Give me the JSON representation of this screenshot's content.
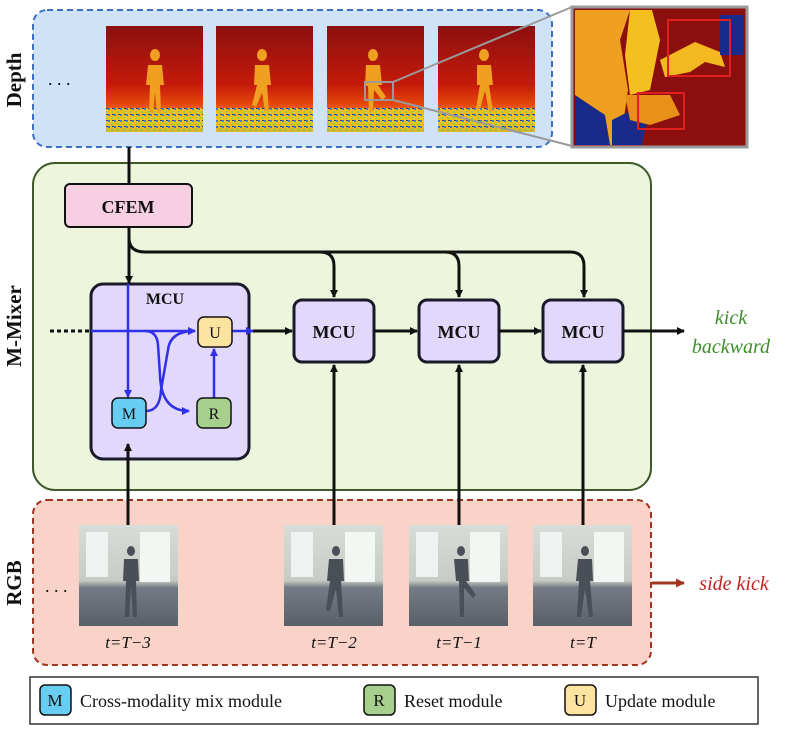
{
  "panels": {
    "depth": {
      "label": "Depth",
      "ellipsis": ". . ."
    },
    "mmixer": {
      "label": "M-Mixer"
    },
    "rgb": {
      "label": "RGB",
      "ellipsis": ". . ."
    }
  },
  "modules": {
    "cfem": "CFEM",
    "mcu_title": "MCU",
    "mcu": "MCU",
    "mix_letter": "M",
    "reset_letter": "R",
    "update_letter": "U"
  },
  "outputs": {
    "mixer": [
      "kick",
      "backward"
    ],
    "rgb": "side kick"
  },
  "timesteps": [
    "t=T−3",
    "t=T−2",
    "t=T−1",
    "t=T"
  ],
  "legend": [
    {
      "key": "M",
      "label": "Cross-modality mix module"
    },
    {
      "key": "R",
      "label": "Reset module"
    },
    {
      "key": "U",
      "label": "Update module"
    }
  ],
  "colors": {
    "depth_panel": "#cfe2f7",
    "depth_border": "#3a6fc4",
    "mixer_panel": "#eef5dd",
    "mixer_border": "#3d5a28",
    "rgb_panel": "#f9d3c8",
    "rgb_border": "#a0341e",
    "cfem_fill": "#f7cfe3",
    "mcu_fill": "#e1d8fb",
    "mix_fill": "#68cdf2",
    "reset_fill": "#a7cf8e",
    "update_fill": "#fde3a0",
    "arrow_blue": "#3030e8",
    "green_text": "#3e8e2a",
    "red_text": "#c02020"
  }
}
